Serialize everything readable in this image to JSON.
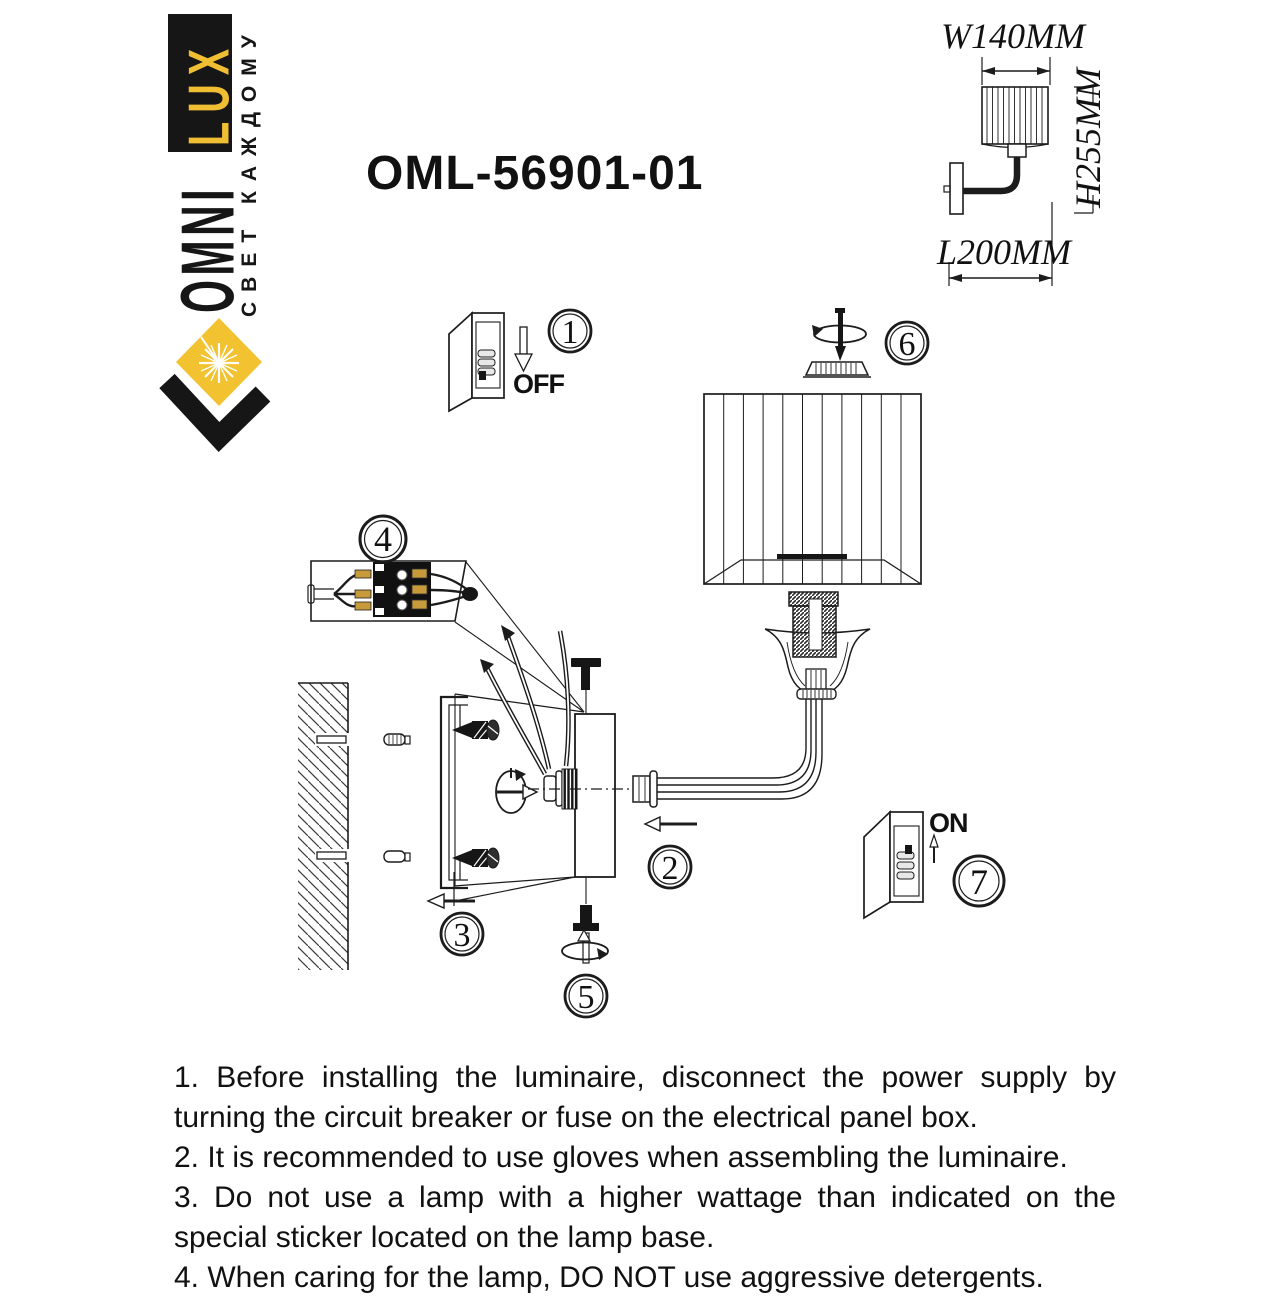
{
  "brand": {
    "omni": "OMNI",
    "lux": "LUX",
    "tagline": "СВЕТ КАЖДОМУ"
  },
  "product_code": "OML-56901-01",
  "dimensions": {
    "width": "W140MM",
    "height": "H255MM",
    "length": "L200MM"
  },
  "switch_labels": {
    "off": "OFF",
    "on": "ON"
  },
  "step_numbers": [
    "1",
    "2",
    "3",
    "4",
    "5",
    "6",
    "7"
  ],
  "instructions": [
    {
      "lines": [
        "1. Before installing the luminaire, disconnect the power supply by",
        "turning the circuit breaker or fuse on the electrical panel box."
      ]
    },
    {
      "lines": [
        "2. It is recommended to use gloves when assembling the luminaire."
      ]
    },
    {
      "lines": [
        "3. Do not use a lamp with a higher wattage than indicated on the",
        "special sticker located on the lamp base."
      ]
    },
    {
      "lines": [
        "4. When caring for the lamp, DO NOT use aggressive detergents."
      ]
    }
  ],
  "colors": {
    "brand_yellow": "#F0BE33",
    "ink": "#1c1c1c",
    "terminal_gold": "#C79B3B"
  }
}
